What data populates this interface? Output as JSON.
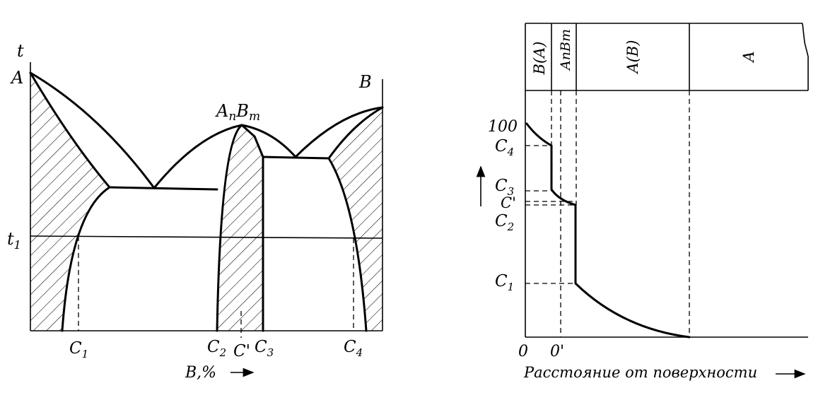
{
  "phase_diagram": {
    "axis_t": "t",
    "corner_a": "A",
    "corner_b": "B",
    "compound": "AnBm",
    "compound_base_a": "A",
    "compound_sub_n": "n",
    "compound_base_b": "B",
    "compound_sub_m": "m",
    "t1_base": "t",
    "t1_sub": "1",
    "c1_base": "C",
    "c1_sub": "1",
    "c2_base": "C",
    "c2_sub": "2",
    "c_prime": "C'",
    "c3_base": "C",
    "c3_sub": "3",
    "c4_base": "C",
    "c4_sub": "4",
    "x_axis_label": "B,%"
  },
  "diffusion_profile": {
    "header_labels": [
      "B(A)",
      "AnBm",
      "A(B)",
      "A"
    ],
    "y_labels": {
      "top": "100",
      "c4_base": "C",
      "c4_sub": "4",
      "c3_base": "C",
      "c3_sub": "3",
      "c_prime": "C'",
      "c2_base": "C",
      "c2_sub": "2",
      "c1_base": "C",
      "c1_sub": "1"
    },
    "x_origin": "0",
    "x_prime": "0'",
    "x_axis_label": "Расстояние от поверхности"
  }
}
